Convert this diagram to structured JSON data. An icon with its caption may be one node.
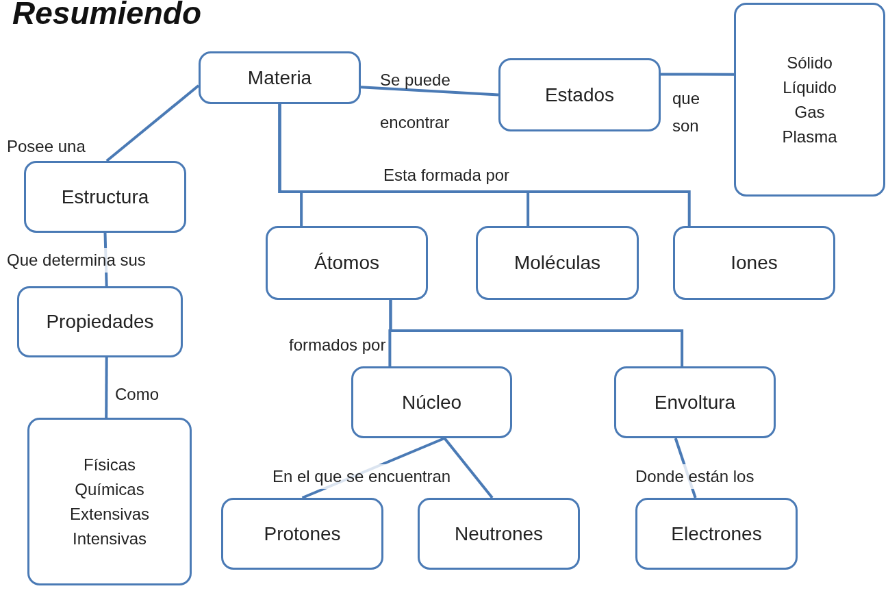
{
  "diagram": {
    "title": "Resumiendo",
    "nodes": [
      {
        "text": [
          "Materia"
        ]
      },
      {
        "text": [
          "Estados"
        ]
      },
      {
        "text": [
          "Sólido",
          "Líquido",
          "Gas",
          "Plasma"
        ]
      },
      {
        "text": [
          "Estructura"
        ]
      },
      {
        "text": [
          "Propiedades"
        ]
      },
      {
        "text": [
          "Físicas",
          "Químicas",
          "Extensivas",
          "Intensivas"
        ]
      },
      {
        "text": [
          "Átomos"
        ]
      },
      {
        "text": [
          "Moléculas"
        ]
      },
      {
        "text": [
          "Iones"
        ]
      },
      {
        "text": [
          "Núcleo"
        ]
      },
      {
        "text": [
          "Envoltura"
        ]
      },
      {
        "text": [
          "Protones"
        ]
      },
      {
        "text": [
          "Neutrones"
        ]
      },
      {
        "text": [
          "Electrones"
        ]
      }
    ],
    "edges": [
      {
        "from": 0,
        "to": 1,
        "arrow": "none",
        "label": "Se puede encontrar"
      },
      {
        "from": 1,
        "to": 2,
        "arrow": "none",
        "label": "que son"
      },
      {
        "from": 0,
        "to": 3,
        "arrow": "none",
        "label": "Posee una"
      },
      {
        "from": 3,
        "to": 4,
        "arrow": "none",
        "label": "Que determina sus"
      },
      {
        "from": 4,
        "to": 5,
        "arrow": "none",
        "label": "Como"
      },
      {
        "from": 0,
        "to": 6,
        "arrow": "none"
      },
      {
        "from": 0,
        "to": 7,
        "arrow": "none"
      },
      {
        "from": 0,
        "to": 8,
        "arrow": "none",
        "label": "Esta formada por"
      },
      {
        "from": 6,
        "to": 9,
        "arrow": "none",
        "label": "formados por"
      },
      {
        "from": 6,
        "to": 10,
        "arrow": "none"
      },
      {
        "from": 9,
        "to": 11,
        "arrow": "none",
        "label": "En el que se encuentran"
      },
      {
        "from": 9,
        "to": 12,
        "arrow": "none"
      },
      {
        "from": 10,
        "to": 13,
        "arrow": "none",
        "label": "Donde están los"
      }
    ]
  }
}
